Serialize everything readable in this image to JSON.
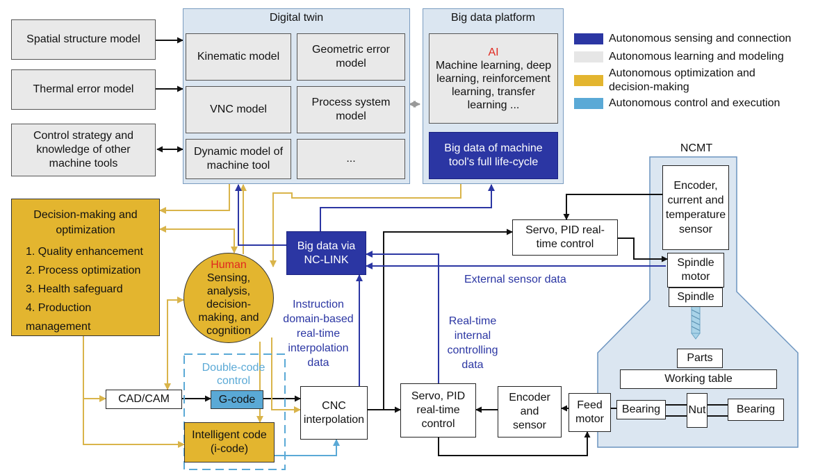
{
  "inputs": {
    "spatial": "Spatial structure model",
    "thermal": "Thermal error model",
    "control": "Control strategy and knowledge of other machine tools"
  },
  "digital_twin": {
    "title": "Digital twin",
    "kinematic": "Kinematic model",
    "geometric": "Geometric error model",
    "vnc": "VNC model",
    "process": "Process system model",
    "dynamic": "Dynamic model of machine tool",
    "more": "..."
  },
  "big_data_platform": {
    "title": "Big data platform",
    "ai": "AI",
    "ai_text": "Machine learning, deep learning, reinforcement learning, transfer learning ...",
    "lifecycle": "Big data of machine tool's full life-cycle"
  },
  "legend": [
    {
      "label": "Autonomous sensing and connection",
      "color": "#2b36a3"
    },
    {
      "label": "Autonomous learning and modeling",
      "color": "#e6e6e6"
    },
    {
      "label": "Autonomous optimization and decision-making",
      "color": "#e3b52f"
    },
    {
      "label": "Autonomous control and execution",
      "color": "#5aa9d6"
    }
  ],
  "decision": {
    "title": "Decision-making and optimization",
    "items": [
      "1. Quality enhancement",
      "2. Process optimization",
      "3. Health safeguard",
      "4. Production management"
    ]
  },
  "human": {
    "title": "Human",
    "text": "Sensing, analysis, decision-making, and cognition"
  },
  "nclink": "Big data via NC-LINK",
  "labels": {
    "instruction": "Instruction domain-based real-time interpolation data",
    "realtime": "Real-time internal controlling data",
    "external": "External sensor data",
    "double_code": "Double-code control"
  },
  "cadcam": "CAD/CAM",
  "gcode": "G-code",
  "icode": "Intelligent code (i-code)",
  "cnc": "CNC interpolation",
  "servo_bottom": "Servo, PID real-time control",
  "servo_top": "Servo, PID real-time control",
  "encoder_bottom": "Encoder and sensor",
  "feed_motor": "Feed motor",
  "ncmt": {
    "title": "NCMT",
    "encoder": "Encoder, current and temperature sensor",
    "spindle_motor": "Spindle motor",
    "spindle": "Spindle",
    "parts": "Parts",
    "working_table": "Working table",
    "bearing_left": "Bearing",
    "nut": "Nut",
    "bearing_right": "Bearing"
  },
  "colors": {
    "navy": "#2b36a3",
    "gold": "#e3b52f",
    "gold_line": "#d9b44a",
    "light_blue": "#5aa9d6",
    "panel": "#dbe6f1"
  }
}
